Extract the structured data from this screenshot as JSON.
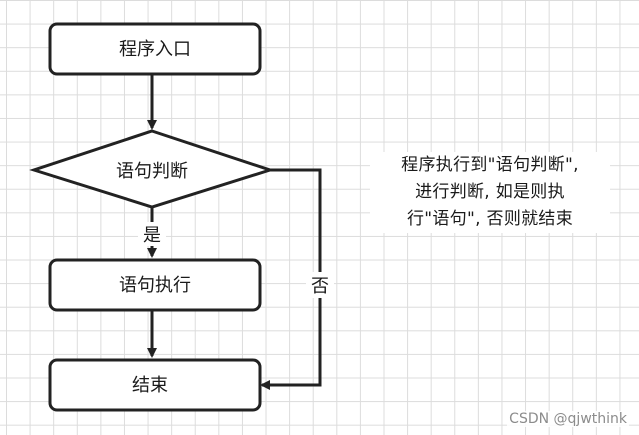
{
  "nodes": {
    "start": "程序入口",
    "decision": "语句判断",
    "process": "语句执行",
    "end": "结束"
  },
  "edges": {
    "yes_label": "是",
    "no_label": "否"
  },
  "note": {
    "lines": [
      "程序执行到\"语句判断\",",
      "进行判断, 如是则执",
      "行\"语句\", 否则就结束"
    ]
  },
  "watermark": "CSDN @qjwthink",
  "colors": {
    "stroke": "#222222",
    "grid": "#dcdcdc",
    "background": "#ffffff"
  }
}
